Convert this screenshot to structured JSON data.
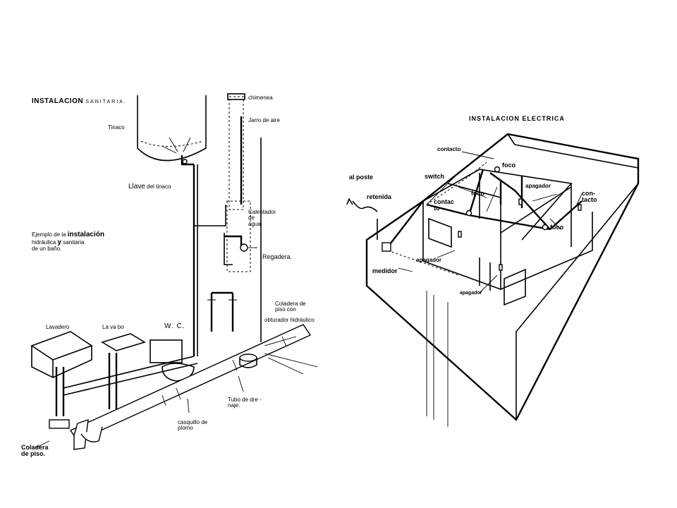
{
  "plumbing": {
    "title_main": "INSTALACION",
    "title_small": "SANITARIA.",
    "labels": {
      "tinaco": "Tinaco",
      "llave": "Llave",
      "llave_rest": "del tinaco",
      "chimenea": "chimenea",
      "jarro": "Jarro de aire",
      "calentador": "Calentador\nde\nagua.",
      "regadera": "Regadera.",
      "ejemplo": "Ejemplo de la",
      "instalacion": "instalación",
      "hidraulica": "hidráulica",
      "y": "y",
      "sanitaria": "sanitaria",
      "bano": "de un baño.",
      "lavadero": "Lavadero",
      "lavabo": "La va bo",
      "wc": "W. C.",
      "coladera_piso_con": "Coladera de\npiso con",
      "obturador": "obturador hidráulico",
      "tubo": "Tubo de dre -\nnaje.",
      "casquillo": "casquillo de\nplomo",
      "coladera_piso": "Coladera\nde piso."
    }
  },
  "electric": {
    "title": "INSTALACION ELECTRICA",
    "labels": {
      "contacto_top": "contacto",
      "foco_top": "foco",
      "switch": "switch",
      "al_poste": "al poste",
      "retenida": "retenida",
      "foco_mid": "foco",
      "contacto_mid": "contac\nto",
      "apagador_top": "apagador",
      "contacto_right": "con-\ntacto",
      "foco_right": "foco",
      "medidor": "medidor",
      "apagador_left": "apagador",
      "apagador_bottom": "apagador"
    }
  }
}
